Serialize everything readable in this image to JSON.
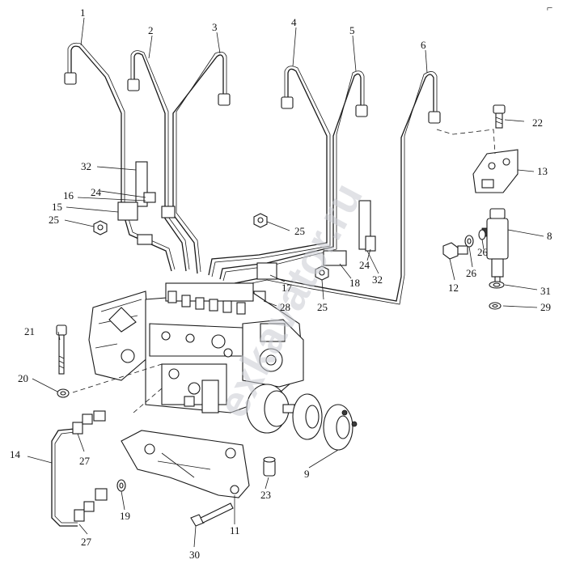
{
  "watermark": "exkavator.ru",
  "corner_mark": "⌐",
  "callouts": [
    {
      "id": "1",
      "label": "1"
    },
    {
      "id": "2",
      "label": "2"
    },
    {
      "id": "3",
      "label": "3"
    },
    {
      "id": "4",
      "label": "4"
    },
    {
      "id": "5",
      "label": "5"
    },
    {
      "id": "6",
      "label": "6"
    },
    {
      "id": "8",
      "label": "8"
    },
    {
      "id": "9",
      "label": "9"
    },
    {
      "id": "11",
      "label": "11"
    },
    {
      "id": "12",
      "label": "12"
    },
    {
      "id": "13",
      "label": "13"
    },
    {
      "id": "14",
      "label": "14"
    },
    {
      "id": "15",
      "label": "15"
    },
    {
      "id": "16",
      "label": "16"
    },
    {
      "id": "17",
      "label": "17"
    },
    {
      "id": "18",
      "label": "18"
    },
    {
      "id": "19",
      "label": "19"
    },
    {
      "id": "20",
      "label": "20"
    },
    {
      "id": "21",
      "label": "21"
    },
    {
      "id": "22",
      "label": "22"
    },
    {
      "id": "23",
      "label": "23"
    },
    {
      "id": "24a",
      "label": "24"
    },
    {
      "id": "24b",
      "label": "24"
    },
    {
      "id": "25a",
      "label": "25"
    },
    {
      "id": "25b",
      "label": "25"
    },
    {
      "id": "25c",
      "label": "25"
    },
    {
      "id": "26a",
      "label": "26"
    },
    {
      "id": "26b",
      "label": "26"
    },
    {
      "id": "27a",
      "label": "27"
    },
    {
      "id": "27b",
      "label": "27"
    },
    {
      "id": "28",
      "label": "28"
    },
    {
      "id": "29",
      "label": "29"
    },
    {
      "id": "30",
      "label": "30"
    },
    {
      "id": "31",
      "label": "31"
    },
    {
      "id": "32a",
      "label": "32"
    },
    {
      "id": "32b",
      "label": "32"
    }
  ]
}
